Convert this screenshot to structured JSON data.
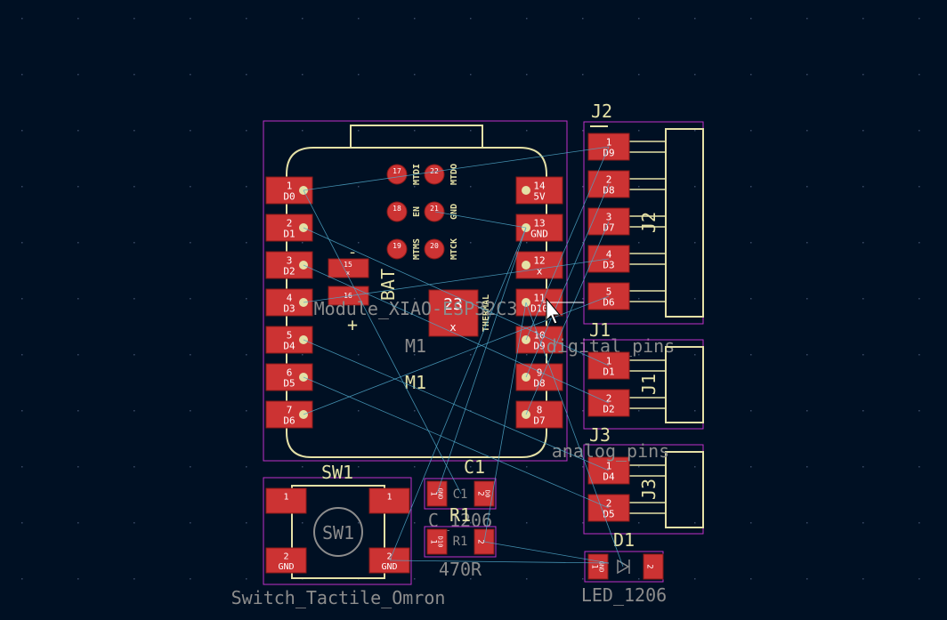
{
  "colors": {
    "background": "#001023",
    "grid": "#3a4a66",
    "courtyard": "#c030c8",
    "silkscreen": "#e4e0a6",
    "fab": "#8c8c8c",
    "pad": "#cc3333",
    "pad_text": "#ffffff",
    "ratsnest": "#4fa6c7"
  },
  "module": {
    "ref": "M1",
    "ref2": "M1",
    "value": "Module_XIAO-ESP32C3",
    "bat_label": "BAT",
    "plus_label": "+",
    "minus_label": "-",
    "left_pads": [
      {
        "num": "1",
        "net": "D0"
      },
      {
        "num": "2",
        "net": "D1"
      },
      {
        "num": "3",
        "net": "D2"
      },
      {
        "num": "4",
        "net": "D3"
      },
      {
        "num": "5",
        "net": "D4"
      },
      {
        "num": "6",
        "net": "D5"
      },
      {
        "num": "7",
        "net": "D6"
      }
    ],
    "right_pads": [
      {
        "num": "14",
        "net": "5V"
      },
      {
        "num": "13",
        "net": "GND"
      },
      {
        "num": "12",
        "net": "x"
      },
      {
        "num": "11",
        "net": "D10"
      },
      {
        "num": "10",
        "net": "D9"
      },
      {
        "num": "9",
        "net": "D8"
      },
      {
        "num": "8",
        "net": "D7"
      }
    ],
    "debug_pads": [
      {
        "num": "17",
        "label": "MTDI"
      },
      {
        "num": "22",
        "label": "MTDO"
      },
      {
        "num": "18",
        "label": "EN"
      },
      {
        "num": "21",
        "label": "GND"
      },
      {
        "num": "19",
        "label": "MTMS"
      },
      {
        "num": "20",
        "label": "MTCK"
      }
    ],
    "battery_pads": [
      {
        "num": "15",
        "net": "x"
      },
      {
        "num": "16",
        "net": ""
      }
    ],
    "thermal": {
      "num": "23",
      "net": "x",
      "label": "THERMAL"
    }
  },
  "j2": {
    "ref": "J2",
    "value": "digital_pins",
    "pads": [
      {
        "num": "1",
        "net": "D9"
      },
      {
        "num": "2",
        "net": "D8"
      },
      {
        "num": "3",
        "net": "D7"
      },
      {
        "num": "4",
        "net": "D3"
      },
      {
        "num": "5",
        "net": "D6"
      }
    ]
  },
  "j1": {
    "ref": "J1",
    "pads": [
      {
        "num": "1",
        "net": "D1"
      },
      {
        "num": "2",
        "net": "D2"
      }
    ]
  },
  "j3": {
    "ref": "J3",
    "value": "analog_pins",
    "pads": [
      {
        "num": "1",
        "net": "D4"
      },
      {
        "num": "2",
        "net": "D5"
      }
    ]
  },
  "sw1": {
    "ref": "SW1",
    "value": "Switch_Tactile_Omron",
    "pads": [
      {
        "num": "1",
        "net": ""
      },
      {
        "num": "1",
        "net": ""
      },
      {
        "num": "2",
        "net": "GND"
      },
      {
        "num": "2",
        "net": "GND"
      }
    ]
  },
  "c1": {
    "ref": "C1",
    "value": "C_1206",
    "pads": [
      {
        "num": "1",
        "net": "GND"
      },
      {
        "num": "2",
        "net": "D0"
      }
    ]
  },
  "r1": {
    "ref": "R1",
    "value": "470R",
    "pads": [
      {
        "num": "1",
        "net": "D10"
      },
      {
        "num": "2",
        "net": ""
      }
    ]
  },
  "d1": {
    "ref": "D1",
    "value": "LED_1206",
    "pads": [
      {
        "num": "1",
        "net": "GND"
      },
      {
        "num": "2",
        "net": ""
      }
    ]
  }
}
